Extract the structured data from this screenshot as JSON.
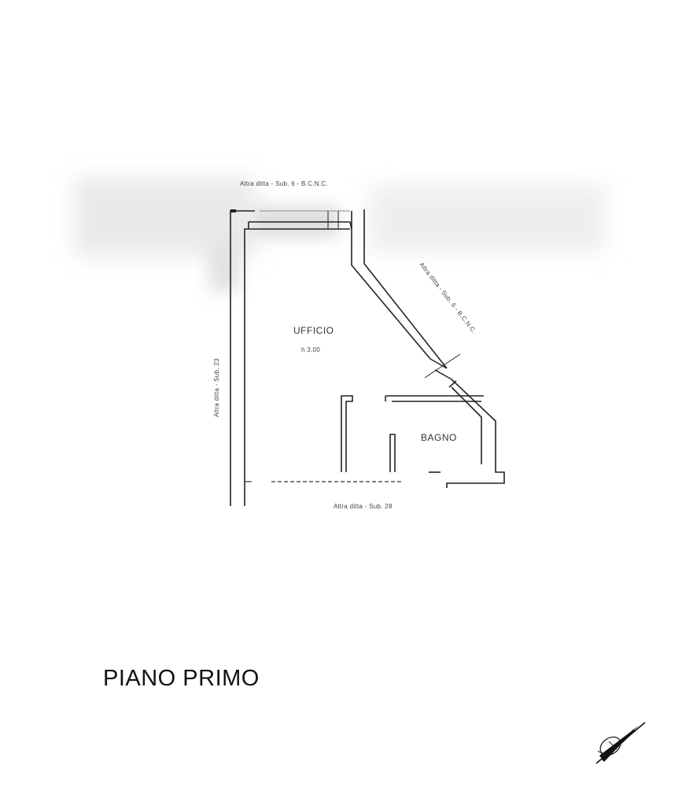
{
  "plan": {
    "floor_label": "PIANO PRIMO",
    "rooms": {
      "office": {
        "name": "UFFICIO",
        "height": "h 3,00"
      },
      "bathroom": {
        "name": "BAGNO"
      }
    },
    "boundaries": {
      "top": "Altra ditta - Sub. 6 - B.C.N.C.",
      "diagonal": "Altra ditta - Sub. 6 - B.C.N.C.",
      "left": "Altra ditta - Sub. 23",
      "bottom": "Altra ditta - Sub. 28"
    }
  },
  "icons": {
    "north_arrow": "north-arrow-icon"
  }
}
